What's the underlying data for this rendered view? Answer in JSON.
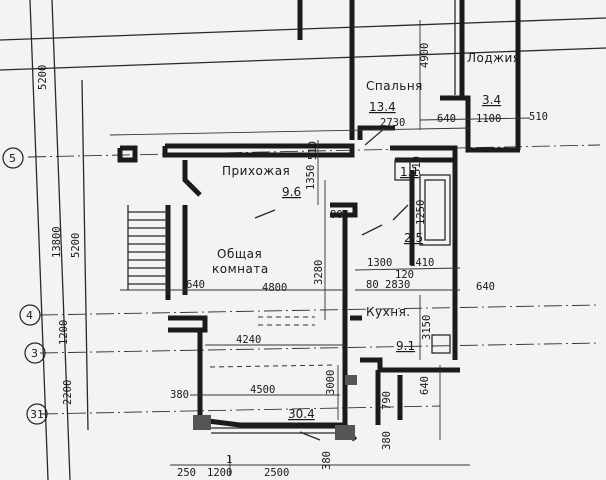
{
  "rooms": {
    "spalnya": {
      "name": "Спальня",
      "area": "13.4"
    },
    "lodzhiya": {
      "name": "Лоджия",
      "area": "3.4"
    },
    "prikhozhaya": {
      "name": "Прихожая",
      "area": "9.6"
    },
    "obshchaya_1": "Общая",
    "obshchaya_2": "комната",
    "kukhnya": {
      "name": "Кухня.",
      "area": "9.1"
    },
    "area_1_1": "1.1",
    "area_2_5": "2.5",
    "area_30_4": "30.4"
  },
  "axes": {
    "a5": "5",
    "a4": "4",
    "a3": "3",
    "a31": "31"
  },
  "dims": {
    "d5200_top": "5200",
    "d13800": "13800",
    "d5200_mid": "5200",
    "d1200": "1200",
    "d2200": "2200",
    "d4900": "4900",
    "d2730": "2730",
    "d640_top": "640",
    "d1100": "1100",
    "d510_right": "510",
    "d510_mid": "510",
    "d1350": "1350",
    "d80_a": "80",
    "d1250": "1250",
    "d1300": "1300",
    "d1410": "1410",
    "d120": "120",
    "d80_b": "80",
    "d2830": "2830",
    "d640_right": "640",
    "d3280": "3280",
    "d640_left": "640",
    "d4800": "4800",
    "d3150": "3150",
    "d4240": "4240",
    "d3000": "3000",
    "d4500": "4500",
    "d380_l": "380",
    "d380_r": "380",
    "d380_b": "380",
    "d790": "790",
    "d640_bot": "640",
    "d250": "250",
    "d1200_b": "1200",
    "d2500": "2500",
    "d1_mark": "1"
  }
}
